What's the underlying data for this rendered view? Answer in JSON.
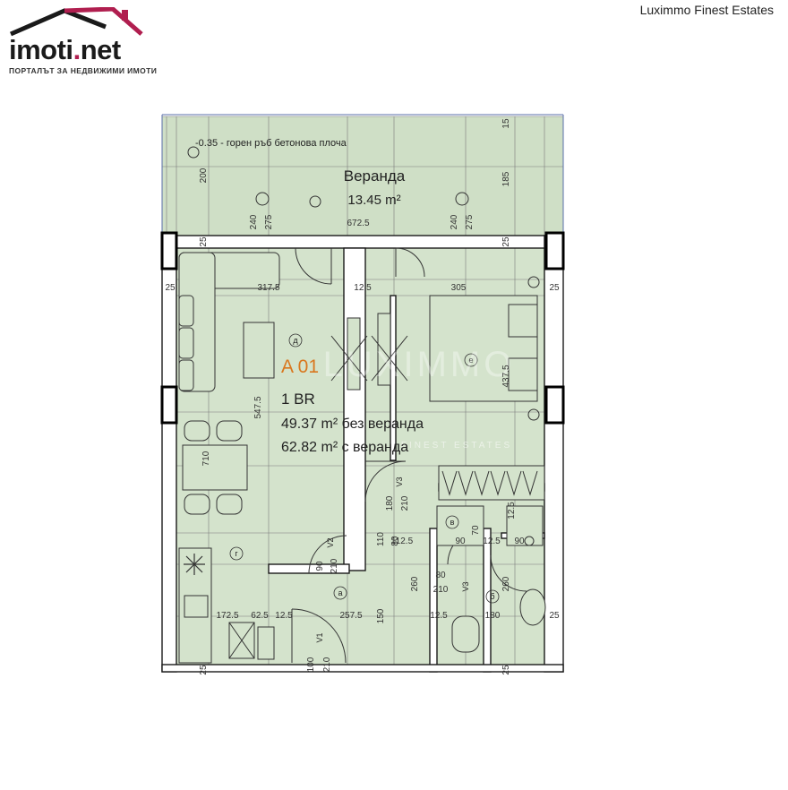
{
  "header": {
    "logo_text": "imoti",
    "logo_dot": ".",
    "logo_suffix": "net",
    "logo_tagline": "ПОРТАЛЪТ ЗА НЕДВИЖИМИ ИМОТИ",
    "brand": "Luximmo Finest Estates"
  },
  "colors": {
    "accent": "#b01e4f",
    "plan_fill": "#d4e3cc",
    "plan_fill_dark": "#c6d8bc",
    "wall": "#1a1a1a",
    "unit_label": "#d9771e"
  },
  "plan": {
    "note": "-0.35 - горен ръб бетонова плоча",
    "veranda_label": "Веранда",
    "veranda_area": "13.45 m²",
    "unit_id": "A 01",
    "unit_type": "1 BR",
    "area_without_veranda": "49.37 m² без веранда",
    "area_with_veranda": "62.82 m² с веранда",
    "watermark": "LUXIMMO",
    "watermark_sub": "FINEST ESTATES",
    "dimensions": {
      "d200": "200",
      "d185": "185",
      "d15": "15",
      "d240a": "240",
      "d275a": "275",
      "d672": "672.5",
      "d240b": "240",
      "d275b": "275",
      "d25a": "25",
      "d25b": "25",
      "d25c": "25",
      "d25d": "25",
      "d317": "317.5",
      "d12a": "12.5",
      "d305": "305",
      "d437": "437.5",
      "d547": "547.5",
      "d710": "710",
      "d180a": "180",
      "d210a": "210",
      "d80a": "80",
      "d110": "110",
      "d112": "112.5",
      "d90a": "90",
      "d70": "70",
      "d12b": "12.5",
      "d90b": "90",
      "d90c": "90",
      "d210b": "210",
      "d260a": "260",
      "d80b": "80",
      "d210c": "210",
      "d260b": "260",
      "d172": "172.5",
      "d62": "62.5",
      "d12c": "12.5",
      "d257": "257.5",
      "d150": "150",
      "d12d": "12.5",
      "d180b": "180",
      "d25e": "25",
      "d100": "100",
      "d210d": "210",
      "d25f": "25",
      "d25g": "25",
      "d12e": "12.5"
    },
    "room_markers": {
      "d": "д",
      "e": "е",
      "g": "г",
      "a": "а",
      "b": "б",
      "v": "в"
    },
    "door_tags": {
      "v1": "V1",
      "v2": "V2",
      "v3a": "V3",
      "v3b": "V3"
    }
  }
}
